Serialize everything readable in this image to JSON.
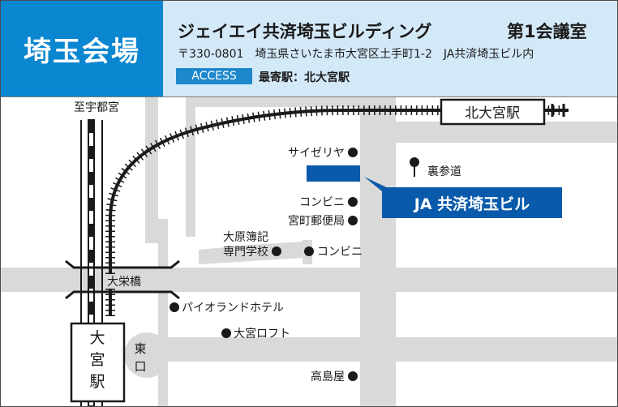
{
  "header": {
    "badge": "埼玉会場",
    "venue_name": "ジェイエイ共済埼玉ビルディング",
    "room": "第1会議室",
    "address": "〒330-0801　埼玉県さいたま市大宮区土手町1-2　JA共済埼玉ビル内",
    "access_label": "ACCESS",
    "nearest_station": "最寄駅：北大宮駅"
  },
  "map": {
    "label_shiyu": "至宇都宮",
    "station_kitaomiya": "北大宮駅",
    "station_omiya_1": "大",
    "station_omiya_2": "宮",
    "station_omiya_3": "駅",
    "bridge": "大栄橋",
    "east_exit_1": "東",
    "east_exit_2": "口",
    "target": "JA 共済埼玉ビル",
    "landmarks": {
      "saizeriya": "サイゼリヤ",
      "omotesando": "裏参道",
      "conv1": "コンビニ",
      "post": "宮町郵便局",
      "school_1": "大原簿記",
      "school_2": "専門学校",
      "conv2": "コンビニ",
      "hotel": "パイオランドホテル",
      "loft": "大宮ロフト",
      "takashimaya": "高島屋"
    }
  },
  "colors": {
    "badge_blue": "#0b86d0",
    "header_bg": "#d4e9f8",
    "target_blue": "#0a5aab",
    "road_gray": "#d9d9d9"
  }
}
